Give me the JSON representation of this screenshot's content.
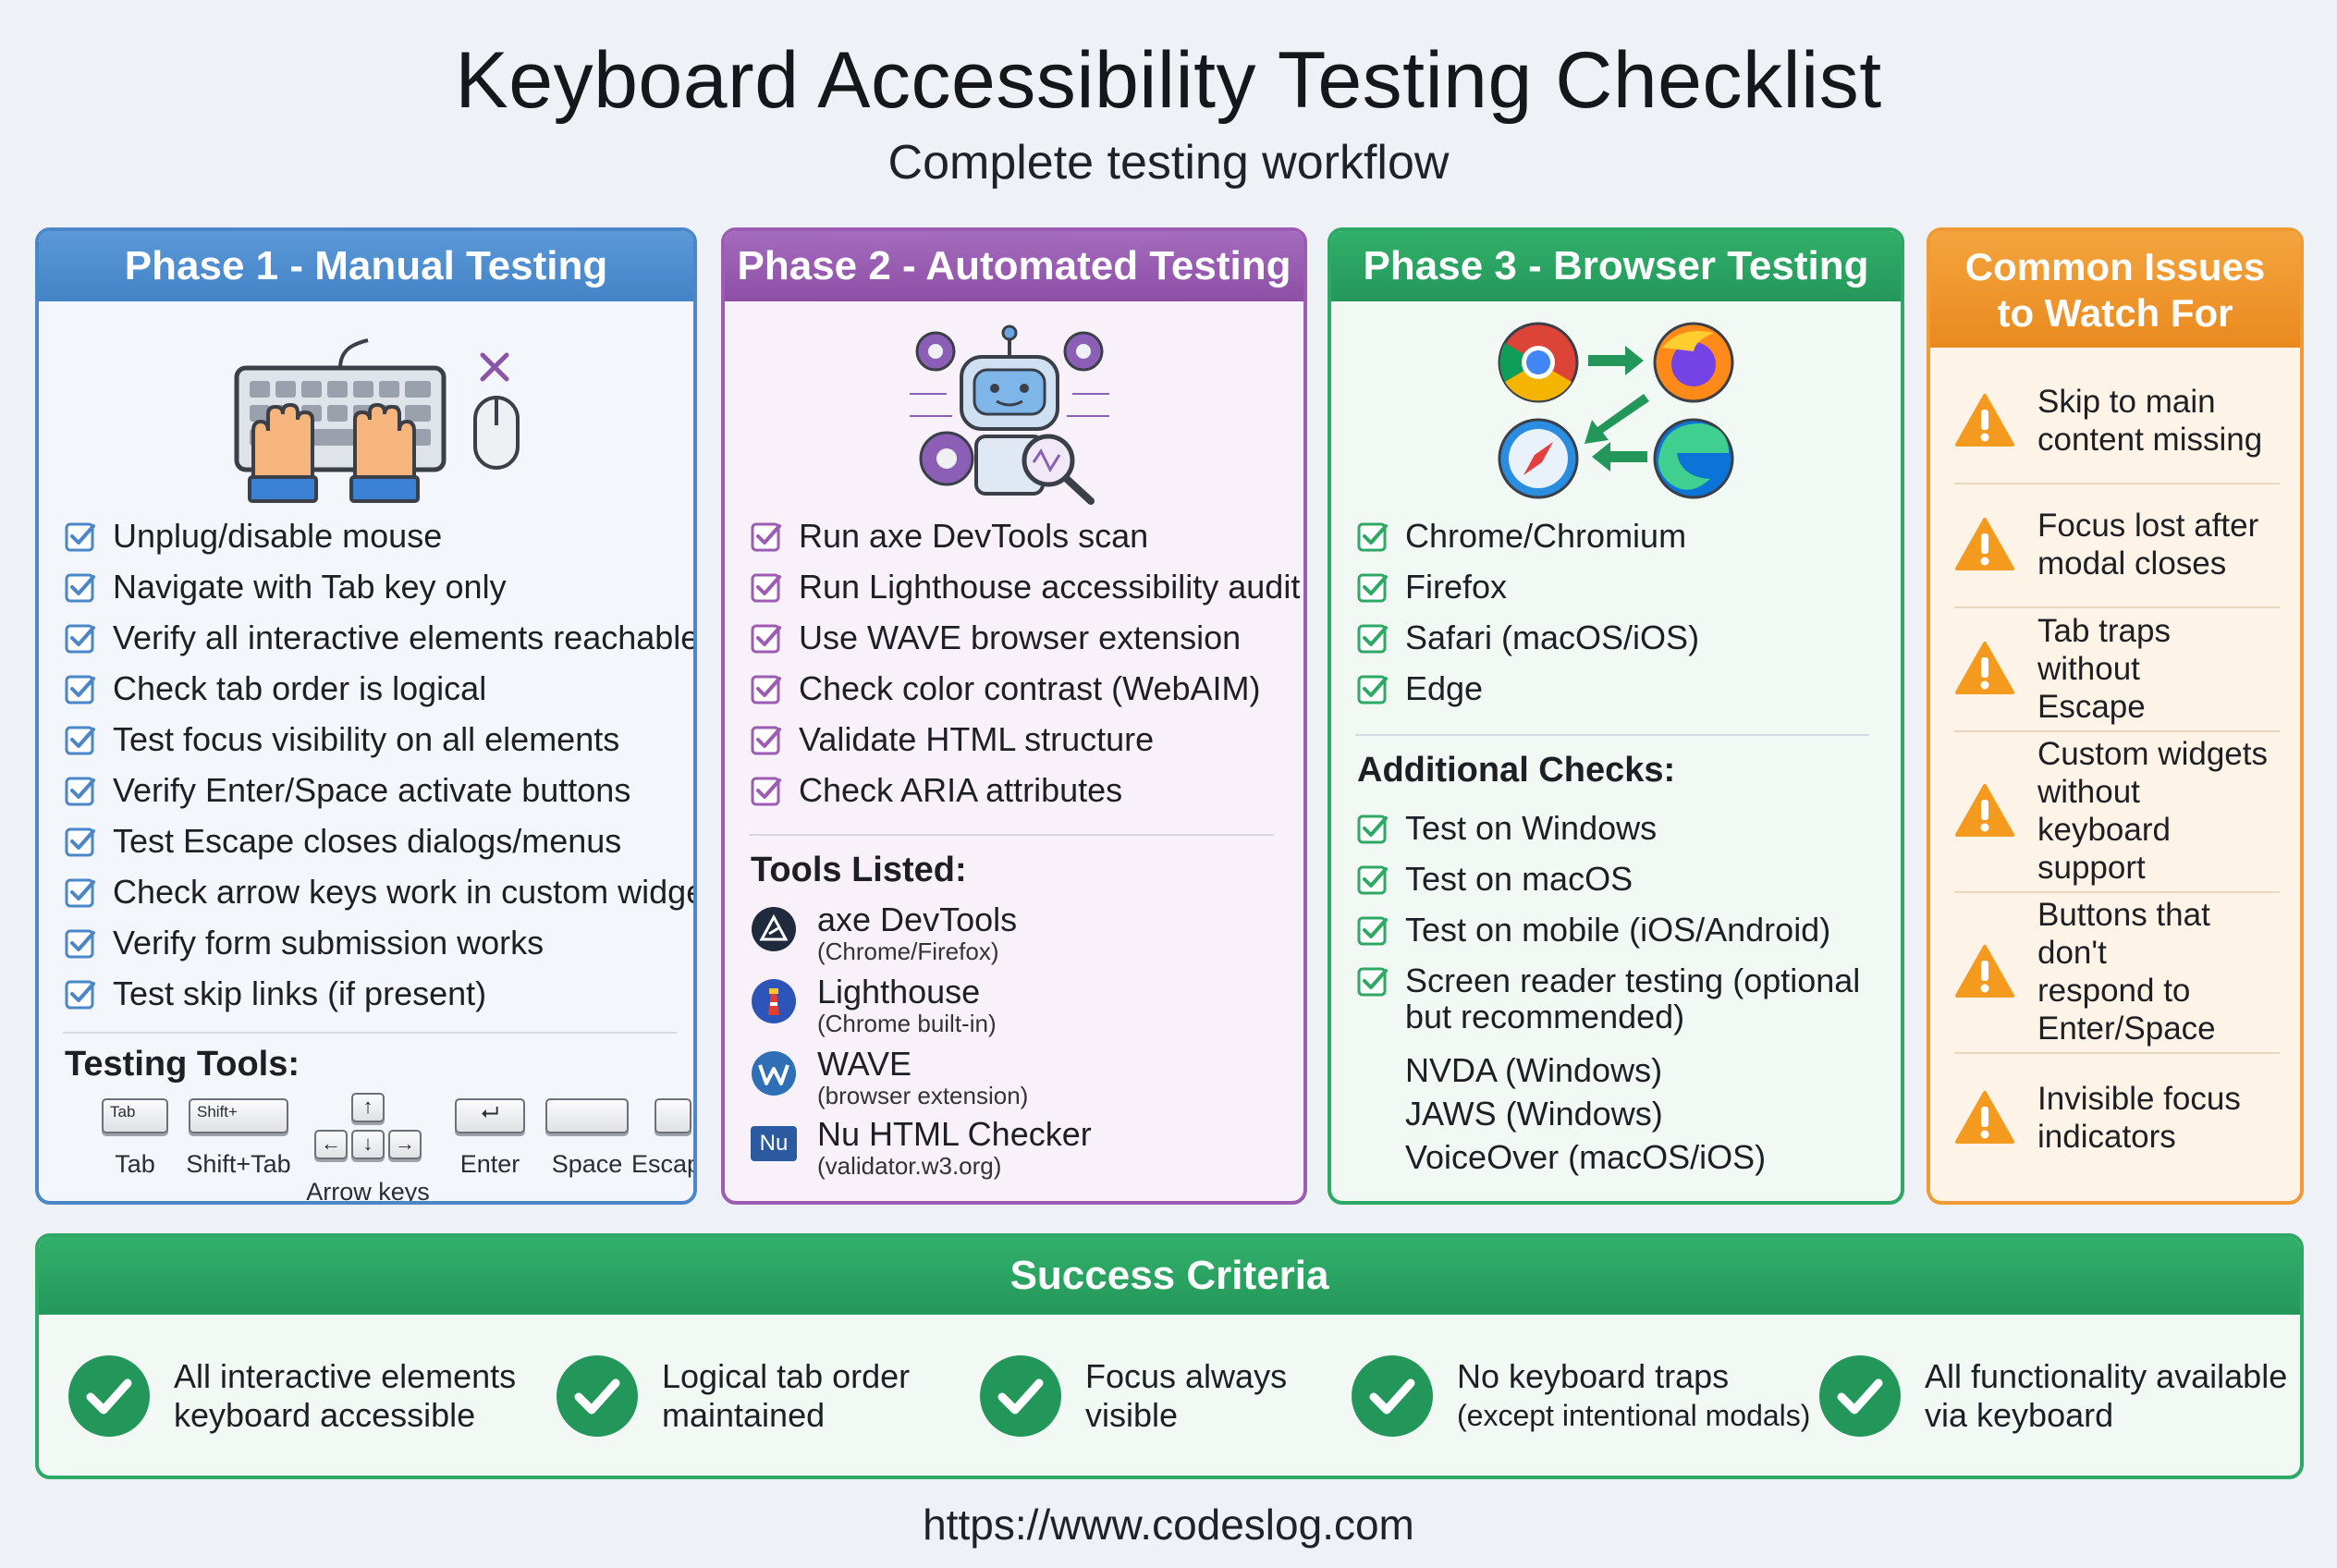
{
  "title": "Keyboard Accessibility Testing Checklist",
  "subtitle": "Complete testing workflow",
  "phase1": {
    "heading": "Phase 1 - Manual Testing",
    "items": [
      "Unplug/disable mouse",
      "Navigate with Tab key only",
      "Verify all interactive elements reachable",
      "Check tab order is logical",
      "Test focus visibility on all elements",
      "Verify Enter/Space activate buttons",
      "Test Escape closes dialogs/menus",
      "Check arrow keys work in custom widgets",
      "Verify form submission works",
      "Test skip links (if present)"
    ],
    "tools_heading": "Testing Tools:",
    "keys": {
      "tab_cap": "Tab",
      "tab_label": "Tab",
      "shift_cap": "Shift+",
      "shift_label": "Shift+Tab",
      "arrow_label": "Arrow keys",
      "enter_label": "Enter",
      "space_label": "Space",
      "escape_label": "Escape"
    }
  },
  "phase2": {
    "heading": "Phase 2 - Automated Testing",
    "items": [
      "Run axe DevTools scan",
      "Run Lighthouse accessibility audit",
      "Use WAVE browser extension",
      "Check color contrast (WebAIM)",
      "Validate HTML structure",
      "Check ARIA attributes"
    ],
    "tools_heading": "Tools Listed:",
    "tools": [
      {
        "name": "axe DevTools",
        "desc": "(Chrome/Firefox)"
      },
      {
        "name": "Lighthouse",
        "desc": "(Chrome built-in)"
      },
      {
        "name": "WAVE",
        "desc": "(browser extension)"
      },
      {
        "name": "Nu HTML Checker",
        "desc": "(validator.w3.org)",
        "badge": "Nu"
      }
    ]
  },
  "phase3": {
    "heading": "Phase 3 - Browser Testing",
    "items": [
      "Chrome/Chromium",
      "Firefox",
      "Safari (macOS/iOS)",
      "Edge"
    ],
    "additional_heading": "Additional Checks:",
    "additional": [
      "Test on Windows",
      "Test on macOS",
      "Test on mobile (iOS/Android)",
      "Screen reader testing (optional",
      "but recommended)"
    ],
    "readers": [
      "NVDA (Windows)",
      "JAWS (Windows)",
      "VoiceOver (macOS/iOS)"
    ]
  },
  "issues": {
    "heading_line1": "Common Issues",
    "heading_line2": "to Watch For",
    "items": [
      [
        "Skip to main",
        "content missing"
      ],
      [
        "Focus lost after",
        "modal closes"
      ],
      [
        "Tab traps without",
        "Escape"
      ],
      [
        "Custom widgets",
        "without keyboard",
        "support"
      ],
      [
        "Buttons that don't",
        "respond to",
        "Enter/Space"
      ],
      [
        "Invisible focus",
        "indicators"
      ]
    ]
  },
  "success": {
    "heading": "Success Criteria",
    "criteria": [
      {
        "line1": "All interactive elements",
        "line2": "keyboard accessible"
      },
      {
        "line1": "Logical tab order",
        "line2": "maintained"
      },
      {
        "line1": "Focus always",
        "line2": "visible"
      },
      {
        "line1": "No keyboard traps",
        "line2": "(except intentional modals)"
      },
      {
        "line1": "All functionality available",
        "line2": "via keyboard"
      }
    ]
  },
  "footer": "https://www.codeslog.com",
  "colors": {
    "phase1": "#4a86c8",
    "phase2": "#9c5cb3",
    "phase3": "#2ea865",
    "issues": "#ef9a34",
    "success": "#23975a",
    "warning": "#f39a1f"
  },
  "icons": {
    "check": "checkbox-checked-icon",
    "warning": "warning-triangle-icon",
    "success": "check-circle-icon"
  }
}
